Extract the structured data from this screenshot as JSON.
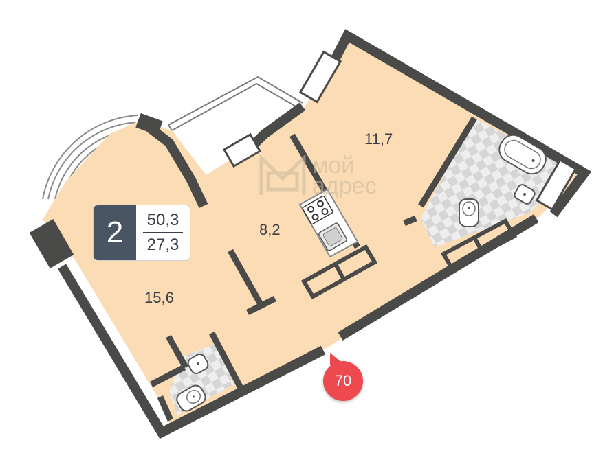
{
  "apartment": {
    "rooms_count": "2",
    "total_area": "50,3",
    "living_area": "27,3"
  },
  "rooms": [
    {
      "id": "living-room",
      "area": "15,6"
    },
    {
      "id": "kitchen",
      "area": "8,2"
    },
    {
      "id": "bedroom",
      "area": "11,7"
    }
  ],
  "watermark": {
    "line1": "мой",
    "line2": "адрес"
  },
  "position_marker": {
    "label": "70"
  },
  "colors": {
    "floor": "#fbdcb4",
    "wall": "#4a4a48",
    "tile_light": "#eeeeee",
    "tile_dark": "#d4d4d4",
    "badge_dark": "#4a5563",
    "marker": "#ef4950"
  },
  "icons": [
    "stove-icon",
    "sink-icon",
    "bathtub-icon",
    "toilet-icon",
    "washbasin-icon",
    "arrow-up-icon"
  ]
}
